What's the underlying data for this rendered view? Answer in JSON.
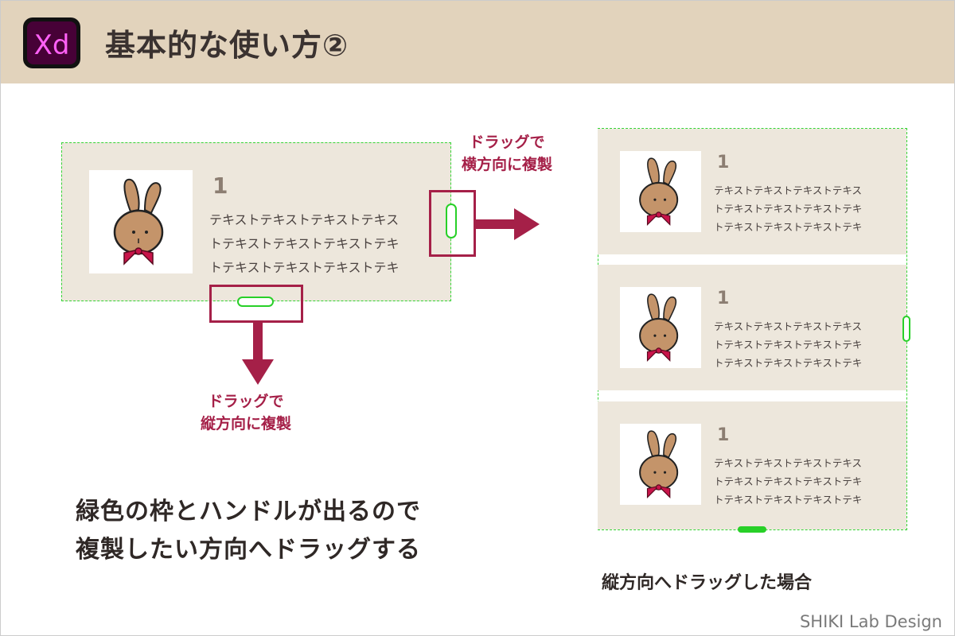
{
  "header": {
    "logo_text": "Xd",
    "title": "基本的な使い方②"
  },
  "card": {
    "number": "1",
    "text_lines": [
      "テキストテキストテキストテキス",
      "トテキストテキストテキストテキ",
      "トテキストテキストテキストテキ"
    ]
  },
  "annotations": {
    "horizontal_label": [
      "ドラッグで",
      "横方向に複製"
    ],
    "vertical_label": [
      "ドラッグで",
      "縦方向に複製"
    ]
  },
  "explanation": [
    "緑色の枠とハンドルが出るので",
    "複製したい方向へドラッグする"
  ],
  "result_caption": "縦方向へドラッグした場合",
  "credit": "SHIKI Lab Design",
  "colors": {
    "header_bg": "#e2d3bc",
    "card_bg": "#ede7dc",
    "accent_red": "#a52048",
    "handle_green": "#28d028",
    "xd_purple": "#470137",
    "xd_pink": "#ff61f6"
  }
}
